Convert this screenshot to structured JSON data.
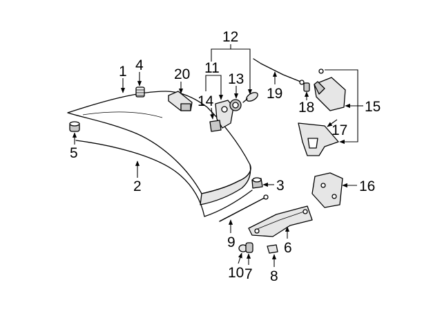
{
  "diagram": {
    "callouts": [
      {
        "id": "1",
        "label": "1"
      },
      {
        "id": "2",
        "label": "2"
      },
      {
        "id": "3",
        "label": "3"
      },
      {
        "id": "4",
        "label": "4"
      },
      {
        "id": "5",
        "label": "5"
      },
      {
        "id": "6",
        "label": "6"
      },
      {
        "id": "7",
        "label": "7"
      },
      {
        "id": "8",
        "label": "8"
      },
      {
        "id": "9",
        "label": "9"
      },
      {
        "id": "10",
        "label": "10"
      },
      {
        "id": "11",
        "label": "11"
      },
      {
        "id": "12",
        "label": "12"
      },
      {
        "id": "13",
        "label": "13"
      },
      {
        "id": "14",
        "label": "14"
      },
      {
        "id": "15",
        "label": "15"
      },
      {
        "id": "16",
        "label": "16"
      },
      {
        "id": "17",
        "label": "17"
      },
      {
        "id": "18",
        "label": "18"
      },
      {
        "id": "19",
        "label": "19"
      },
      {
        "id": "20",
        "label": "20"
      }
    ],
    "colors": {
      "line": "#000000",
      "shade": "#c8c8c8",
      "background": "#ffffff"
    }
  }
}
